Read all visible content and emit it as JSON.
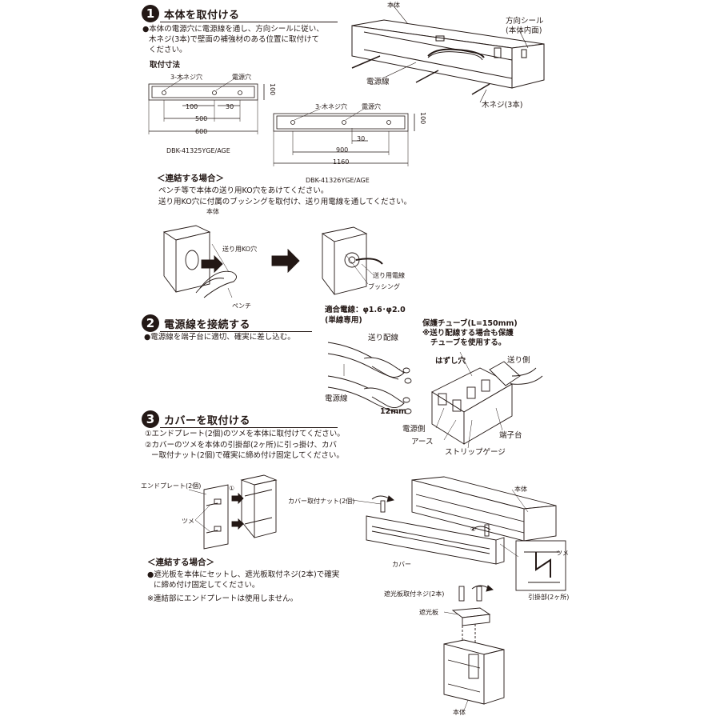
{
  "step1": {
    "num": "1",
    "title": "本体を取付ける",
    "text_line1": "●本体の電源穴に電源線を通し、方向シールに従い、",
    "text_line2": "木ネジ(3本)で壁面の補強材のある位置に取付けて",
    "text_line3": "ください。",
    "dims_heading": "取付寸法",
    "label_body": "本体",
    "label_direction_seal": "方向シール",
    "label_direction_seal_sub": "(本体内面)",
    "label_power_wire": "電源線",
    "label_wood_screw": "木ネジ(3本)",
    "dim_small": {
      "screw_holes": "3-木ネジ穴",
      "power_hole": "電源穴",
      "d100": "100",
      "d30": "30",
      "d500": "500",
      "d600": "600",
      "height": "100",
      "model": "DBK-41325YGE/AGE"
    },
    "dim_large": {
      "screw_holes": "3-木ネジ穴",
      "power_hole": "電源穴",
      "d30": "30",
      "d900": "900",
      "d1160": "1160",
      "height": "100",
      "model": "DBK-41326YGE/AGE"
    },
    "connect_heading": "＜連結する場合＞",
    "connect_line1": "ペンチ等で本体の送り用KO穴をあけてください。",
    "connect_line2": "送り用KO穴に付属のブッシングを取付け、送り用電線を通してください。",
    "label_body2": "本体",
    "label_ko_hole": "送り用KO穴",
    "label_pliers": "ペンチ",
    "label_feed_wire": "送り用電線",
    "label_bushing": "ブッシング"
  },
  "step2": {
    "num": "2",
    "title": "電源線を接続する",
    "text_line1": "●電源線を端子台に適切、確実に差し込む。",
    "label_wire_spec": "適合電線：φ1.6･φ2.0",
    "label_wire_spec_sub": "(単線専用)",
    "label_tube": "保護チューブ(L=150mm)",
    "label_tube_note1": "※送り配線する場合も保護",
    "label_tube_note2": "チューブを使用する。",
    "label_feed_wiring": "送り配線",
    "label_release_hole": "はずし穴",
    "label_feed_side": "送り側",
    "label_power_wire": "電源線",
    "label_12mm": "12mm",
    "label_power_side": "電源側",
    "label_earth": "アース",
    "label_strip_gauge": "ストリップゲージ",
    "label_terminal": "端子台"
  },
  "step3": {
    "num": "3",
    "title": "カバーを取付ける",
    "text_line1": "①エンドプレート(2個)のツメを本体に取付けてください。",
    "text_line2": "②カバーのツメを本体の引掛部(2ヶ所)に引っ掛け、カバ",
    "text_line3": "ー取付ナット(2個)で確実に締め付け固定してください。",
    "label_end_plate": "エンドプレート(2個)",
    "label_claw": "ツメ",
    "label_circle1": "①",
    "label_circle2": "②",
    "label_cover_nut": "カバー取付ナット(2個)",
    "label_body": "本体",
    "label_cover": "カバー",
    "label_claw2": "ツメ",
    "label_hook": "引掛部(2ヶ所)",
    "connect_heading": "＜連結する場合＞",
    "connect_line1": "●遮光板を本体にセットし、遮光板取付ネジ(2本)で確実",
    "connect_line2": "に締め付け固定してください。",
    "connect_note": "※連結部にエンドプレートは使用しません。",
    "label_shade_screw": "遮光板取付ネジ(2本)",
    "label_shade": "遮光板",
    "label_body3": "本体"
  }
}
